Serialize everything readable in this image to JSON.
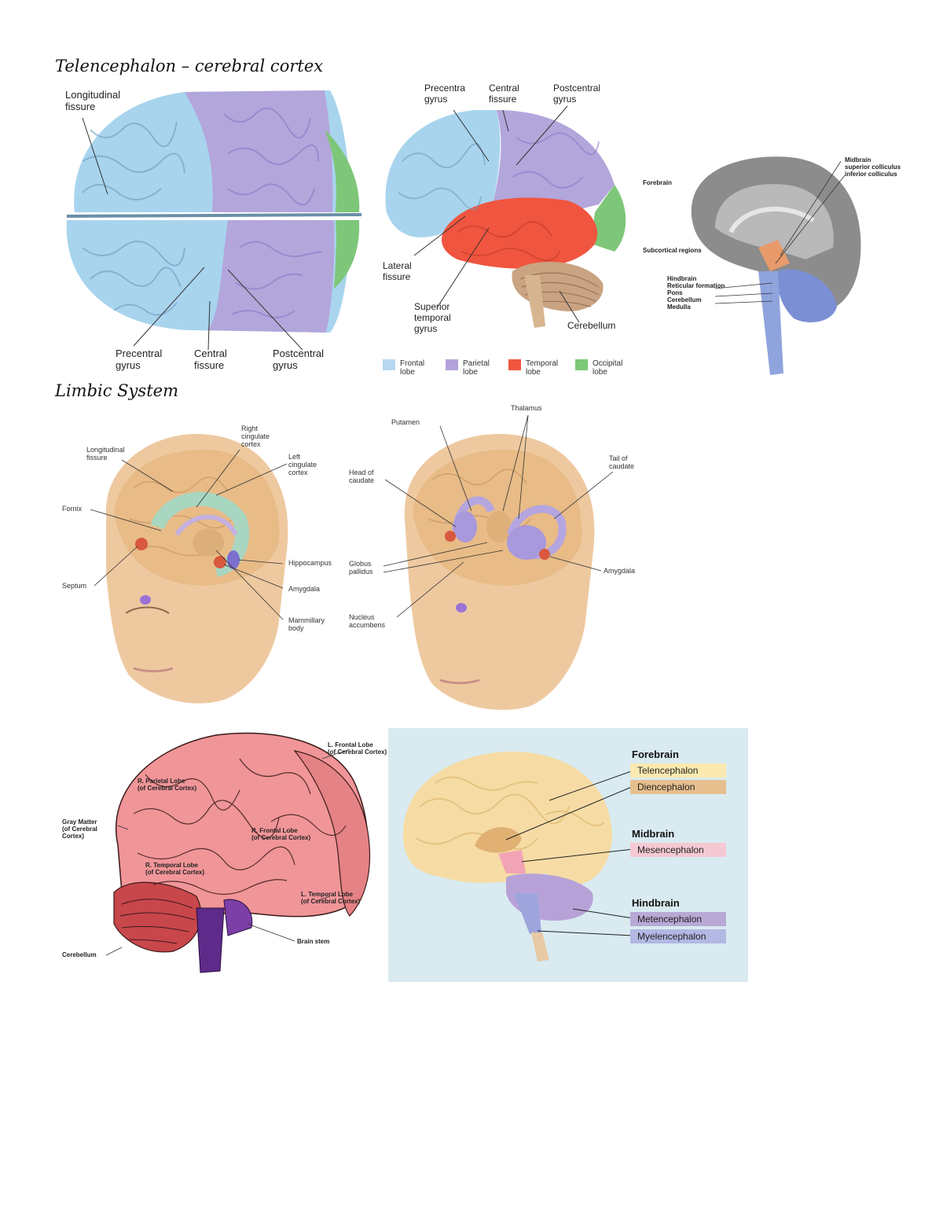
{
  "headings": {
    "telencephalon": "Telencephalon – cerebral cortex",
    "limbic": "Limbic System"
  },
  "fig_top_view": {
    "labels": {
      "longitudinal_fissure": "Longitudinal\nfissure",
      "precentral_gyrus": "Precentral\ngyrus",
      "central_fissure": "Central\nfissure",
      "postcentral_gyrus": "Postcentral\ngyrus"
    }
  },
  "fig_lateral_view": {
    "labels": {
      "precentral_gyrus": "Precentra\ngyrus",
      "central_fissure": "Central\nfissure",
      "postcentral_gyrus": "Postcentral\ngyrus",
      "lateral_fissure": "Lateral\nfissure",
      "superior_temporal_gyrus": "Superior\ntemporal\ngyrus",
      "cerebellum": "Cerebellum"
    },
    "legend": [
      {
        "label": "Frontal\nlobe",
        "color": "#b8d8f0"
      },
      {
        "label": "Parietal\nlobe",
        "color": "#b3a3dc"
      },
      {
        "label": "Temporal\nlobe",
        "color": "#f0553f"
      },
      {
        "label": "Occipital\nlobe",
        "color": "#7cc877"
      }
    ]
  },
  "fig_sagittal": {
    "labels": {
      "forebrain": "Forebrain",
      "subcortical": "Subcortical regions",
      "midbrain": "Midbrain\nsuperior colliculus\ninferior colliculus",
      "hindbrain": "Hindbrain\nReticular formation\nPons\nCerebellum\nMedulla"
    }
  },
  "fig_limbic": {
    "labels": {
      "right_cingulate": "Right\ncingulate\ncortex",
      "longitudinal_fissure": "Longitudinal\nfissure",
      "left_cingulate": "Left\ncingulate\ncortex",
      "fornix": "Fornix",
      "hippocampus": "Hippocampus",
      "septum": "Septum",
      "amygdala": "Amygdala",
      "mammillary_body": "Mammillary\nbody"
    }
  },
  "fig_basal_ganglia": {
    "labels": {
      "thalamus": "Thalamus",
      "putamen": "Putamen",
      "tail_of_caudate": "Tail of\ncaudate",
      "head_of_caudate": "Head of\ncaudate",
      "globus_pallidus": "Globus\npallidus",
      "amygdala": "Amygdala",
      "nucleus_accumbens": "Nucleus\naccumbens"
    }
  },
  "fig_lobes": {
    "labels": {
      "l_frontal": "L. Frontal Lobe\n(of Cerebral Cortex)",
      "r_parietal": "R. Parietal Lobe\n(of Cerebral Cortex)",
      "gray_matter": "Gray Matter\n(of Cerebral\nCortex)",
      "r_frontal": "R. Frontal Lobe\n(of Cerebral Cortex)",
      "r_temporal": "R. Temporal Lobe\n(of Cerebral Cortex)",
      "l_temporal": "L. Temporal Lobe\n(of Cerebral Cortex)",
      "cerebellum": "Cerebellum",
      "brain_stem": "Brain stem"
    }
  },
  "fig_divisions": {
    "groups": [
      {
        "title": "Forebrain",
        "items": [
          {
            "label": "Telencephalon",
            "color": "#fbeab0"
          },
          {
            "label": "Diencephalon",
            "color": "#e6bf8e"
          }
        ]
      },
      {
        "title": "Midbrain",
        "items": [
          {
            "label": "Mesencephalon",
            "color": "#f4c9d4"
          }
        ]
      },
      {
        "title": "Hindbrain",
        "items": [
          {
            "label": "Metencephalon",
            "color": "#b9a9d6"
          },
          {
            "label": "Myelencephalon",
            "color": "#b3b8e4"
          }
        ]
      }
    ]
  }
}
